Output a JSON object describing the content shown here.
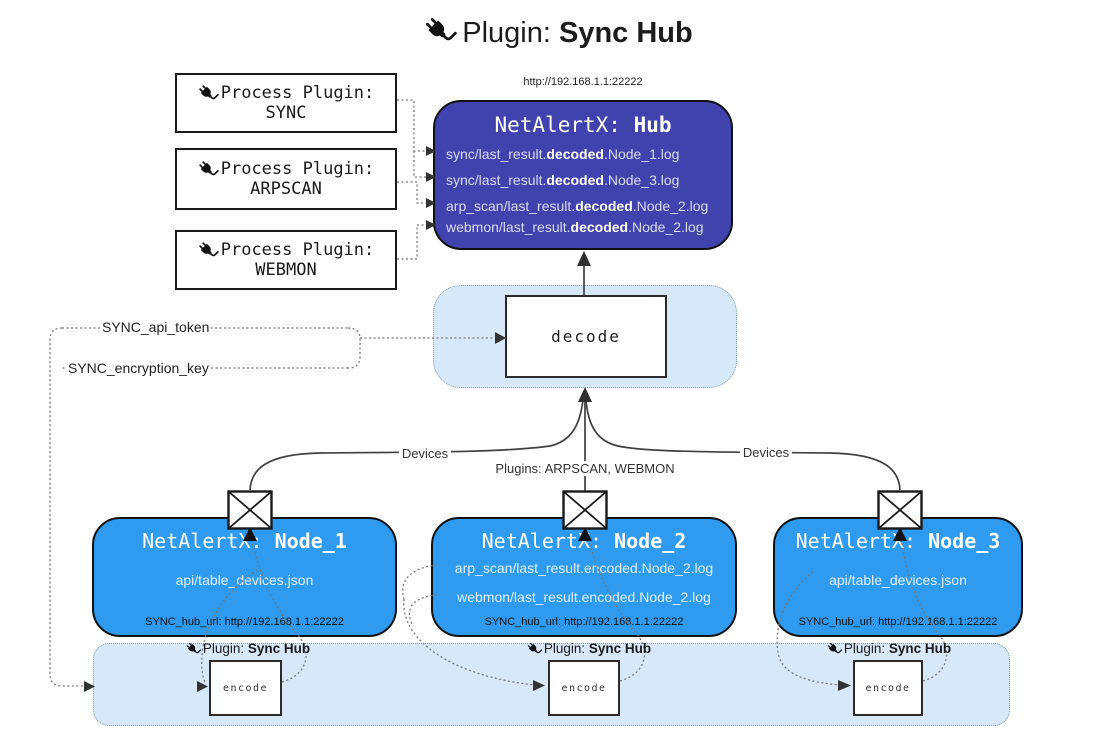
{
  "title": {
    "prefix": "Plugin:",
    "name": "Sync Hub"
  },
  "process_plugins": [
    {
      "label": "Process Plugin:",
      "name": "SYNC"
    },
    {
      "label": "Process Plugin:",
      "name": "ARPSCAN"
    },
    {
      "label": "Process Plugin:",
      "name": "WEBMON"
    }
  ],
  "hub": {
    "url": "http://192.168.1.1:22222",
    "title_prefix": "NetAlertX: ",
    "title_name": "Hub",
    "files": [
      {
        "pre": "sync/last_result.",
        "bold": "decoded",
        "post": ".Node_1.log"
      },
      {
        "pre": "sync/last_result.",
        "bold": "decoded",
        "post": ".Node_3.log"
      },
      {
        "pre": "arp_scan/last_result.",
        "bold": "decoded",
        "post": ".Node_2.log"
      },
      {
        "pre": "webmon/last_result.",
        "bold": "decoded",
        "post": ".Node_2.log"
      }
    ]
  },
  "decode_box": {
    "label": "decode"
  },
  "settings": {
    "api_token": "SYNC_api_token",
    "encryption_key": "SYNC_encryption_key"
  },
  "edge_labels": {
    "devices_left": "Devices",
    "plugins_mid": "Plugins: ARPSCAN, WEBMON",
    "devices_right": "Devices"
  },
  "nodes": [
    {
      "title_prefix": "NetAlertX: ",
      "title_name": "Node_1",
      "files": [
        "api/table_devices.json"
      ],
      "hub_url": "SYNC_hub_url: http://192.168.1.1:22222"
    },
    {
      "title_prefix": "NetAlertX: ",
      "title_name": "Node_2",
      "files": [
        "arp_scan/last_result.encoded.Node_2.log",
        "webmon/last_result.encoded.Node_2.log"
      ],
      "hub_url": "SYNC_hub_url: http://192.168.1.1:22222"
    },
    {
      "title_prefix": "NetAlertX: ",
      "title_name": "Node_3",
      "files": [
        "api/table_devices.json"
      ],
      "hub_url": "SYNC_hub_url: http://192.168.1.1:22222"
    }
  ],
  "encode_band": {
    "plugin_prefix": "Plugin: ",
    "plugin_name": "Sync Hub",
    "encode_label": "encode"
  },
  "colors": {
    "hub_fill": "#4043AE",
    "node_fill": "#2E9BF0",
    "panel_fill": "#D7E9F9",
    "panel_border": "#7E98B5",
    "box_border": "#1A1A1A"
  }
}
